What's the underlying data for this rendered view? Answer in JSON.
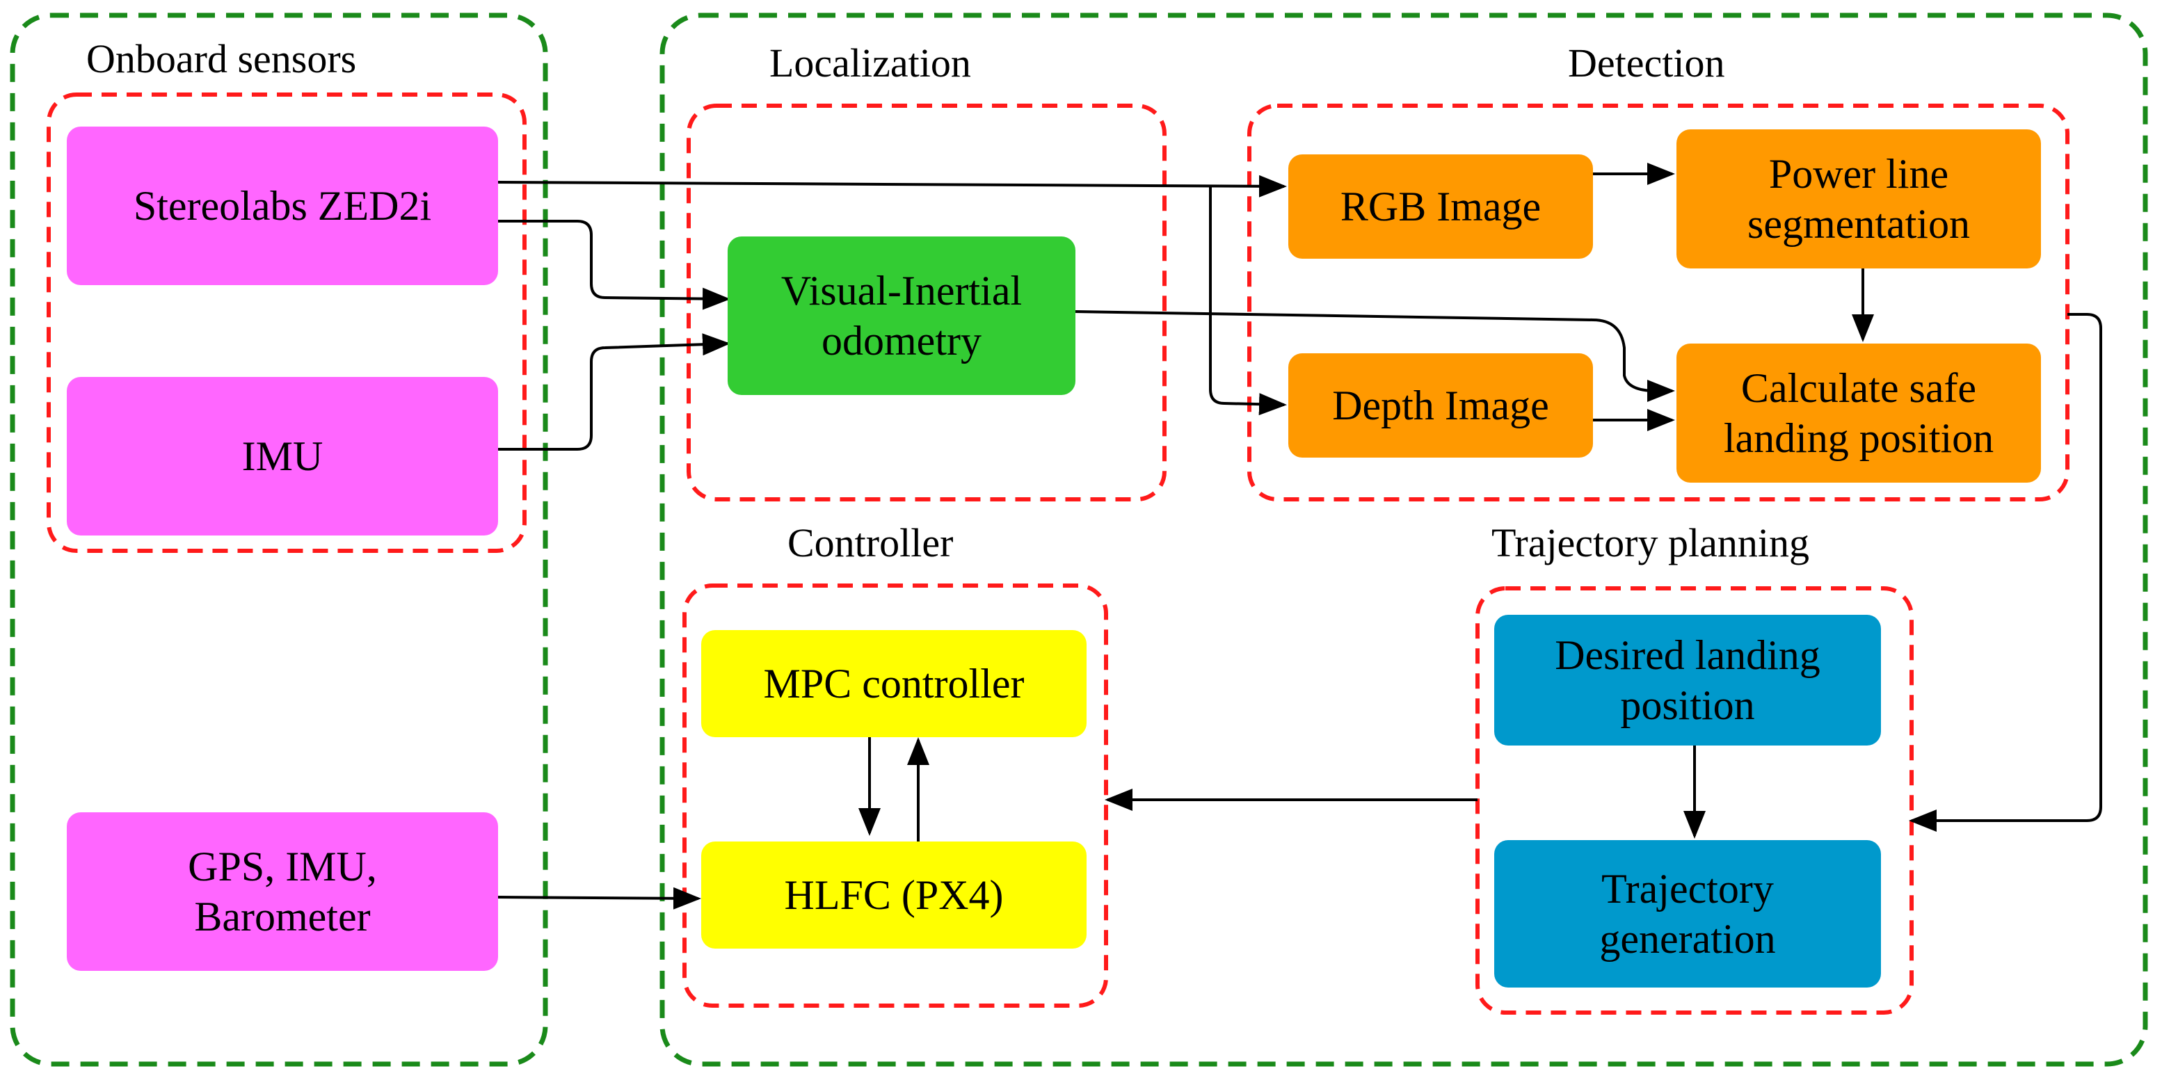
{
  "groups": {
    "onboard_sensors": "Onboard sensors",
    "localization": "Localization",
    "detection": "Detection",
    "controller": "Controller",
    "trajectory_planning": "Trajectory planning"
  },
  "nodes": {
    "zed2i": "Stereolabs ZED2i",
    "imu": "IMU",
    "gps_imu_baro": "GPS, IMU,\nBarometer",
    "vio": "Visual-Inertial\nodometry",
    "rgb_image": "RGB Image",
    "depth_image": "Depth Image",
    "powerline_seg": "Power line\nsegmentation",
    "safe_landing": "Calculate safe\nlanding position",
    "mpc": "MPC controller",
    "hlfc": "HLFC (PX4)",
    "desired_landing": "Desired landing\nposition",
    "traj_gen": "Trajectory\ngeneration"
  },
  "colors": {
    "outer_border": "#1a8a1a",
    "inner_border": "#ff1a1a",
    "sensor": "#ff66ff",
    "localization": "#33cc33",
    "detection": "#ff9900",
    "controller": "#ffff00",
    "trajectory": "#0099cc",
    "arrow": "#000000"
  }
}
